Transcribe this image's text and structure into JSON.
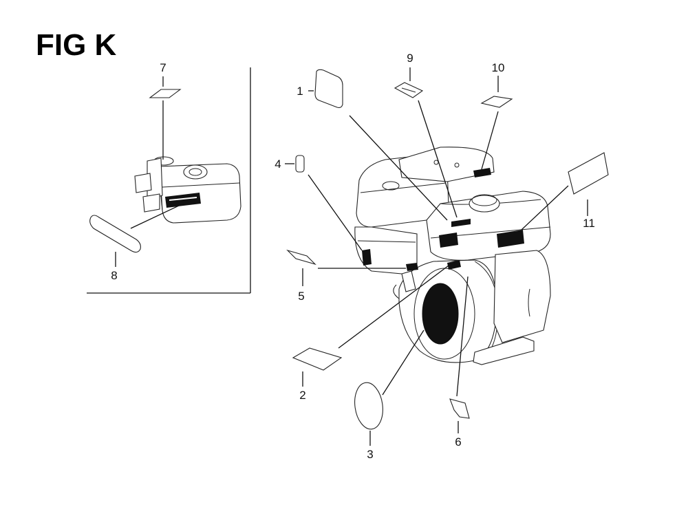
{
  "figure": {
    "title": "FIG K"
  },
  "callouts": [
    {
      "id": "1",
      "label": "1"
    },
    {
      "id": "2",
      "label": "2"
    },
    {
      "id": "3",
      "label": "3"
    },
    {
      "id": "4",
      "label": "4"
    },
    {
      "id": "5",
      "label": "5"
    },
    {
      "id": "6",
      "label": "6"
    },
    {
      "id": "7",
      "label": "7"
    },
    {
      "id": "8",
      "label": "8"
    },
    {
      "id": "9",
      "label": "9"
    },
    {
      "id": "10",
      "label": "10"
    },
    {
      "id": "11",
      "label": "11"
    }
  ],
  "colors": {
    "ink": "#111111",
    "background": "#ffffff"
  }
}
